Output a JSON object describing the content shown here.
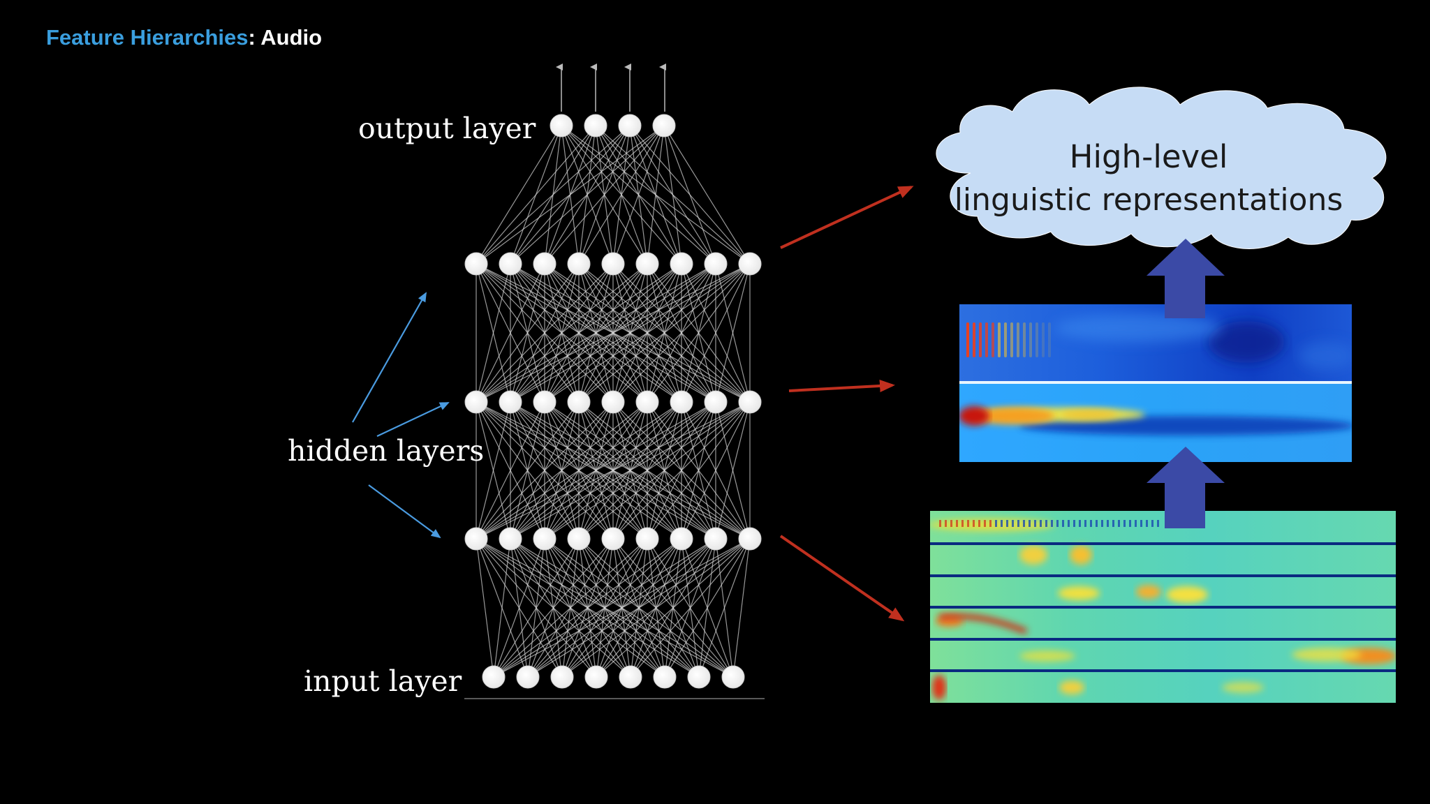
{
  "slide": {
    "title_main": "Feature Hierarchies",
    "title_sep": ": ",
    "title_sub": "Audio"
  },
  "network": {
    "output_label": "output layer",
    "hidden_label": "hidden layers",
    "input_label": "input layer",
    "layers": [
      {
        "name": "output",
        "nodes": 4
      },
      {
        "name": "hidden-3",
        "nodes": 9
      },
      {
        "name": "hidden-2",
        "nodes": 9
      },
      {
        "name": "hidden-1",
        "nodes": 9
      },
      {
        "name": "input",
        "nodes": 8
      }
    ]
  },
  "cloud": {
    "line1": "High-level",
    "line2": "linguistic representations"
  },
  "colors": {
    "title_accent": "#3a9ede",
    "red_arrow": "#c0301f",
    "blue_arrow": "#4a9be0",
    "block_arrow": "#3b4aa6",
    "cloud_fill": "#c6dcf5"
  }
}
